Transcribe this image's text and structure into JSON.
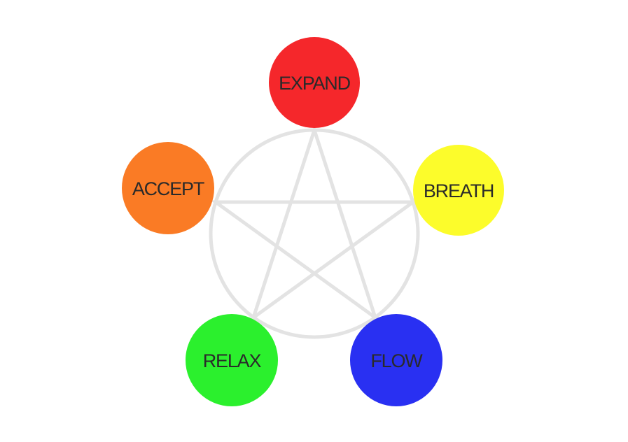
{
  "diagram": {
    "line_color": "#e3e3e3",
    "label_color": "#2a2a2a",
    "nodes": [
      {
        "id": "expand",
        "label": "EXPAND",
        "color": "#f5272b"
      },
      {
        "id": "breath",
        "label": "BREATH",
        "color": "#fcfc2b"
      },
      {
        "id": "flow",
        "label": "FLOW",
        "color": "#2930f2"
      },
      {
        "id": "relax",
        "label": "RELAX",
        "color": "#2bf02d"
      },
      {
        "id": "accept",
        "label": "ACCEPT",
        "color": "#fa7b25"
      }
    ]
  }
}
